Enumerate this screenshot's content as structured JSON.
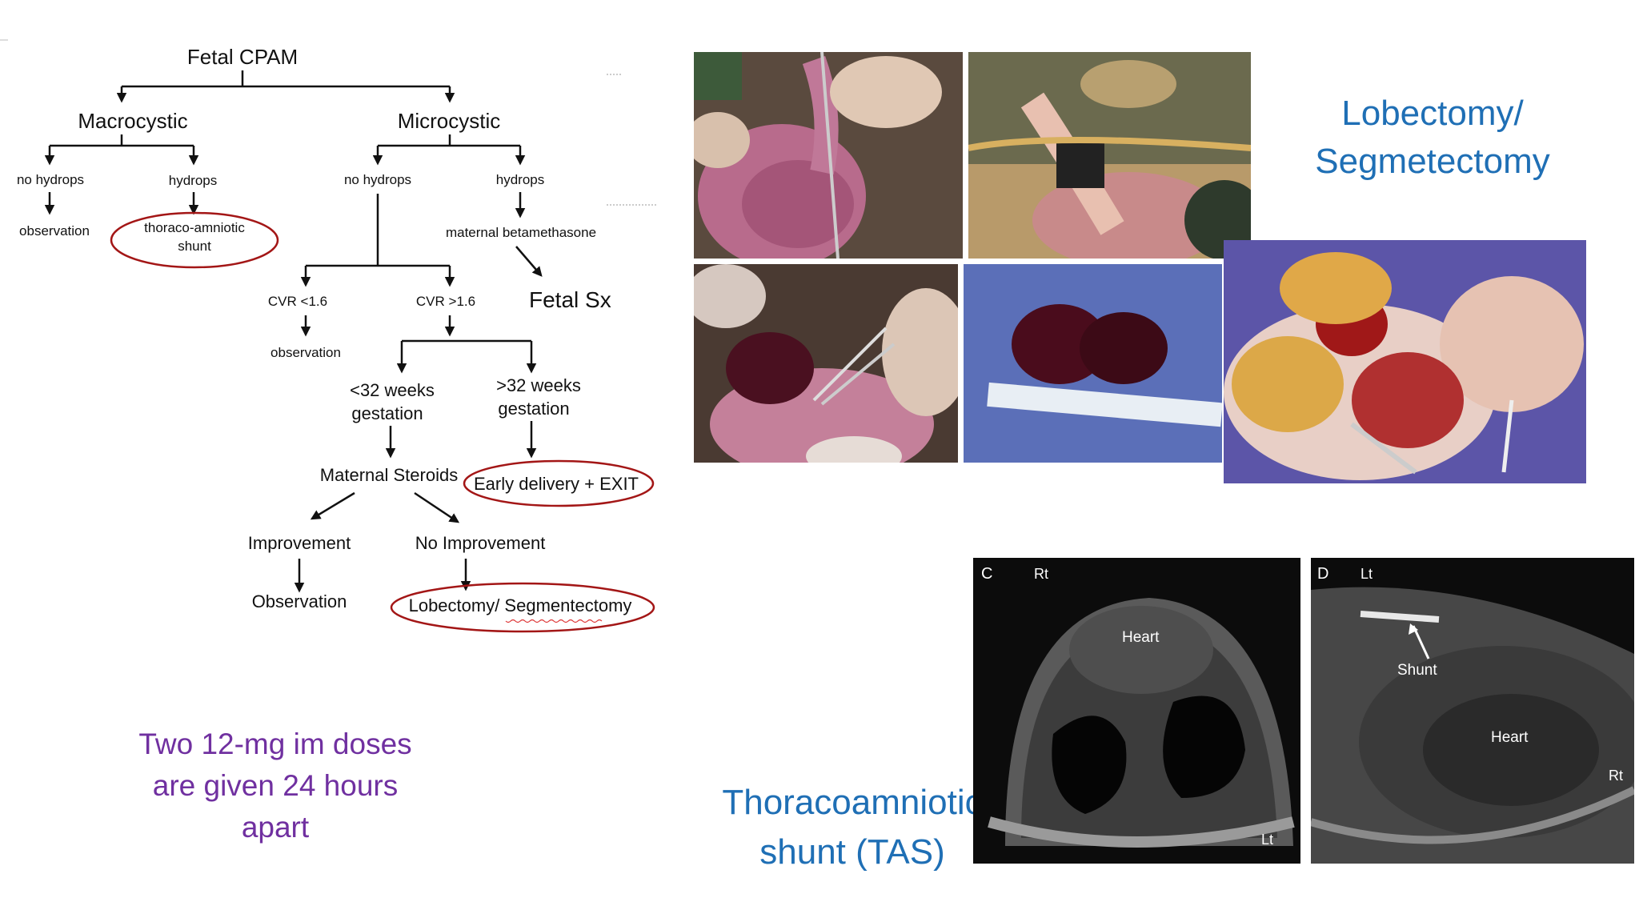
{
  "flowchart": {
    "root": "Fetal CPAM",
    "macrocystic": "Macrocystic",
    "microcystic": "Microcystic",
    "macro_no_hydrops": "no hydrops",
    "macro_hydrops": "hydrops",
    "observation_1": "observation",
    "shunt_line1": "thoraco-amniotic",
    "shunt_line2": "shunt",
    "micro_no_hydrops": "no hydrops",
    "micro_hydrops": "hydrops",
    "maternal_betamethasone": "maternal betamethasone",
    "fetal_sx": "Fetal Sx",
    "cvr_low": "CVR <1.6",
    "cvr_high": "CVR >1.6",
    "observation_2": "observation",
    "lt32_line1": "<32 weeks",
    "lt32_line2": "gestation",
    "gt32_line1": ">32 weeks",
    "gt32_line2": "gestation",
    "maternal_steroids": "Maternal Steroids",
    "early_delivery": "Early delivery + EXIT",
    "improvement": "Improvement",
    "no_improvement": "No Improvement",
    "observation_3": "Observation",
    "lobectomy": "Lobectomy/ Segmentectomy"
  },
  "note": {
    "line1": "Two 12-mg  im doses",
    "line2": "are given 24 hours",
    "line3": "apart"
  },
  "titles": {
    "lobectomy_line1": "Lobectomy/",
    "lobectomy_line2": "Segmetectomy",
    "tas_line1": "Thoracoamniotic",
    "tas_line2": "shunt (TAS)"
  },
  "ultrasound_c": {
    "panel": "C",
    "rt": "Rt",
    "heart": "Heart",
    "lt": "Lt"
  },
  "ultrasound_d": {
    "panel": "D",
    "lt": "Lt",
    "shunt": "Shunt",
    "heart": "Heart",
    "rt": "Rt"
  },
  "colors": {
    "title_blue": "#1f6fb5",
    "note_purple": "#7030a0",
    "oval_red": "#a31616"
  }
}
